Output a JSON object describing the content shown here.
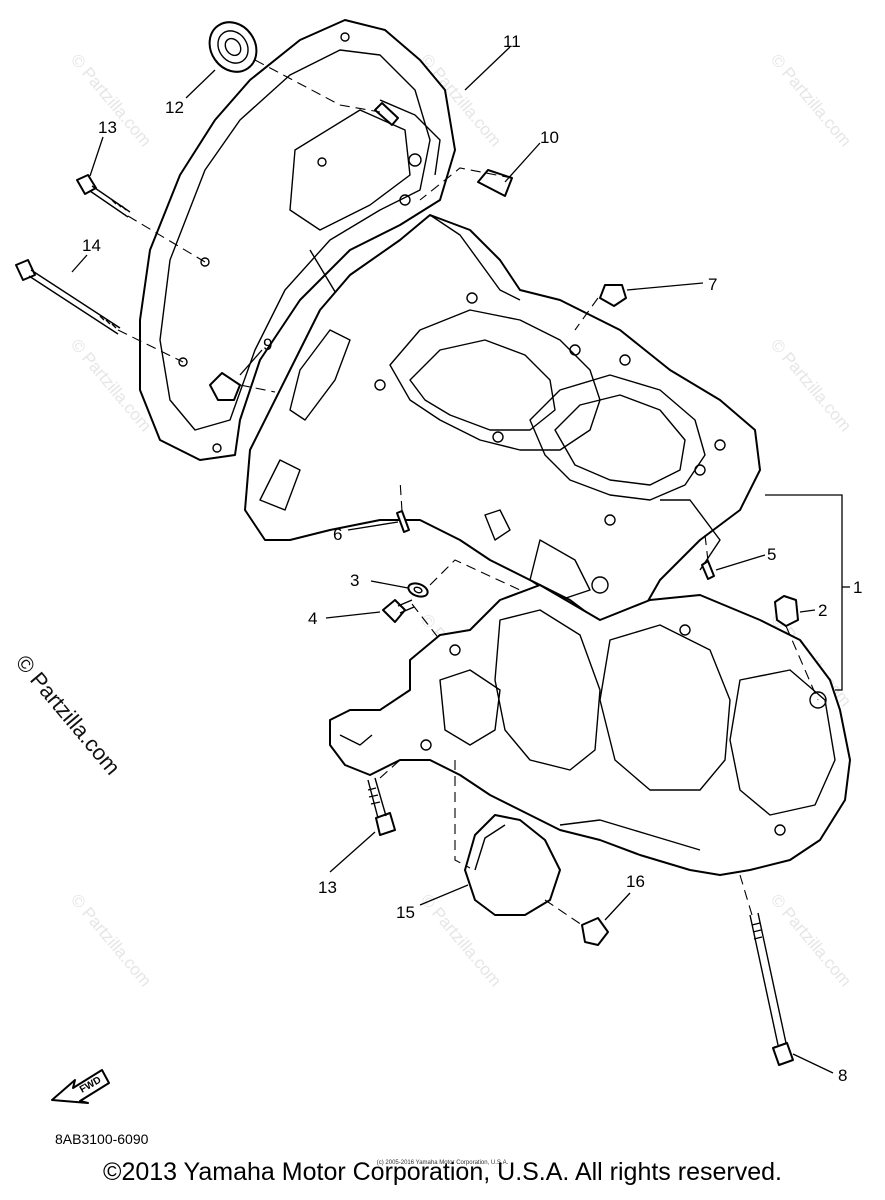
{
  "diagram": {
    "callouts": [
      {
        "id": "c1",
        "label": "1"
      },
      {
        "id": "c2",
        "label": "2"
      },
      {
        "id": "c3",
        "label": "3"
      },
      {
        "id": "c4",
        "label": "4"
      },
      {
        "id": "c5",
        "label": "5"
      },
      {
        "id": "c6",
        "label": "6"
      },
      {
        "id": "c7",
        "label": "7"
      },
      {
        "id": "c8",
        "label": "8"
      },
      {
        "id": "c9",
        "label": "9"
      },
      {
        "id": "c10",
        "label": "10"
      },
      {
        "id": "c11",
        "label": "11"
      },
      {
        "id": "c12",
        "label": "12"
      },
      {
        "id": "c13a",
        "label": "13"
      },
      {
        "id": "c13b",
        "label": "13"
      },
      {
        "id": "c14",
        "label": "14"
      },
      {
        "id": "c15",
        "label": "15"
      },
      {
        "id": "c16",
        "label": "16"
      }
    ],
    "fwd_label": "FWD",
    "document_id": "8AB3100-6090"
  },
  "watermark": {
    "side_text": "© Partzilla.com",
    "tile_text": "© Partzilla.com"
  },
  "footer": {
    "copyright": "©2013 Yamaha Motor Corporation, U.S.A. All rights reserved.",
    "small_copyright": "(c) 2005-2016 Yamaha Motor Corporation, U.S.A."
  }
}
